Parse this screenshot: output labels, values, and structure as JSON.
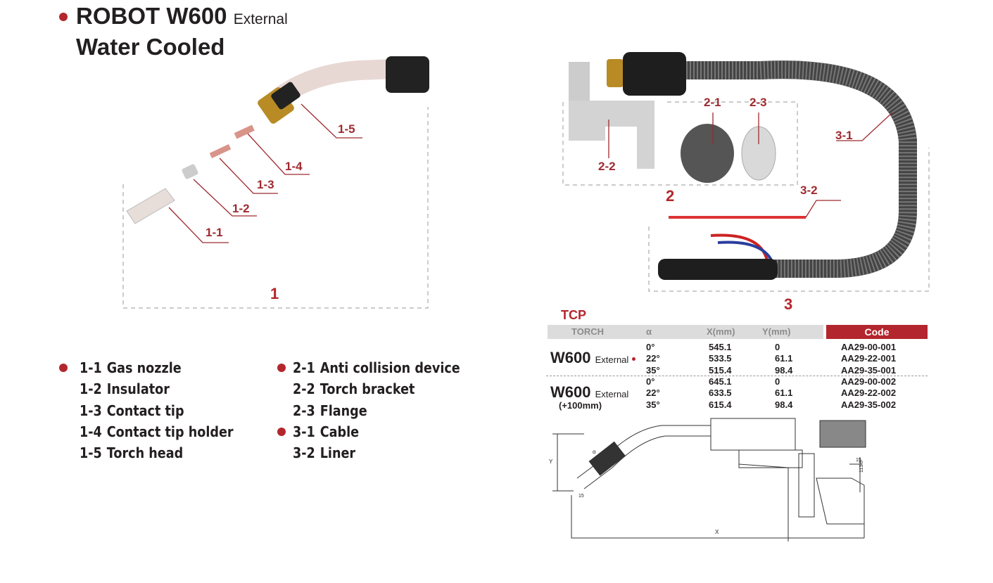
{
  "header": {
    "title": "ROBOT W600",
    "subtitle_small": "External",
    "title_line2": "Water Cooled"
  },
  "section1": {
    "label": "1",
    "callouts": [
      "1-1",
      "1-2",
      "1-3",
      "1-4",
      "1-5"
    ]
  },
  "section2": {
    "label": "2",
    "callouts": [
      "2-1",
      "2-2",
      "2-3"
    ]
  },
  "section3": {
    "label": "3",
    "callouts": [
      "3-1",
      "3-2"
    ]
  },
  "legend": [
    {
      "num": "1-1",
      "name": "Gas nozzle",
      "dot": true
    },
    {
      "num": "1-2",
      "name": "Insulator",
      "dot": false
    },
    {
      "num": "1-3",
      "name": "Contact tip",
      "dot": false
    },
    {
      "num": "1-4",
      "name": "Contact tip holder",
      "dot": false
    },
    {
      "num": "1-5",
      "name": "Torch head",
      "dot": false
    },
    {
      "num": "2-1",
      "name": "Anti collision device",
      "dot": true
    },
    {
      "num": "2-2",
      "name": "Torch bracket",
      "dot": false
    },
    {
      "num": "2-3",
      "name": "Flange",
      "dot": false
    },
    {
      "num": "3-1",
      "name": "Cable",
      "dot": true
    },
    {
      "num": "3-2",
      "name": "Liner",
      "dot": false
    }
  ],
  "tcp": {
    "title": "TCP",
    "headers": [
      "TORCH",
      "α",
      "X(mm)",
      "Y(mm)",
      "Code"
    ],
    "groups": [
      {
        "model": "W600",
        "suffix": "External",
        "note": "",
        "rows": [
          [
            "0°",
            "545.1",
            "0",
            "AA29-00-001"
          ],
          [
            "22°",
            "533.5",
            "61.1",
            "AA29-22-001"
          ],
          [
            "35°",
            "515.4",
            "98.4",
            "AA29-35-001"
          ]
        ]
      },
      {
        "model": "W600",
        "suffix": "External",
        "note": "(+100mm)",
        "rows": [
          [
            "0°",
            "645.1",
            "0",
            "AA29-00-002"
          ],
          [
            "22°",
            "633.5",
            "61.1",
            "AA29-22-002"
          ],
          [
            "35°",
            "615.4",
            "98.4",
            "AA29-35-002"
          ]
        ]
      }
    ]
  },
  "drawing": {
    "x_label": "X",
    "y_label": "Y",
    "dim_15a": "15",
    "dim_15b": "15",
    "dim_113": "113.6",
    "alpha": "α"
  },
  "colors": {
    "accent": "#b3262d"
  }
}
